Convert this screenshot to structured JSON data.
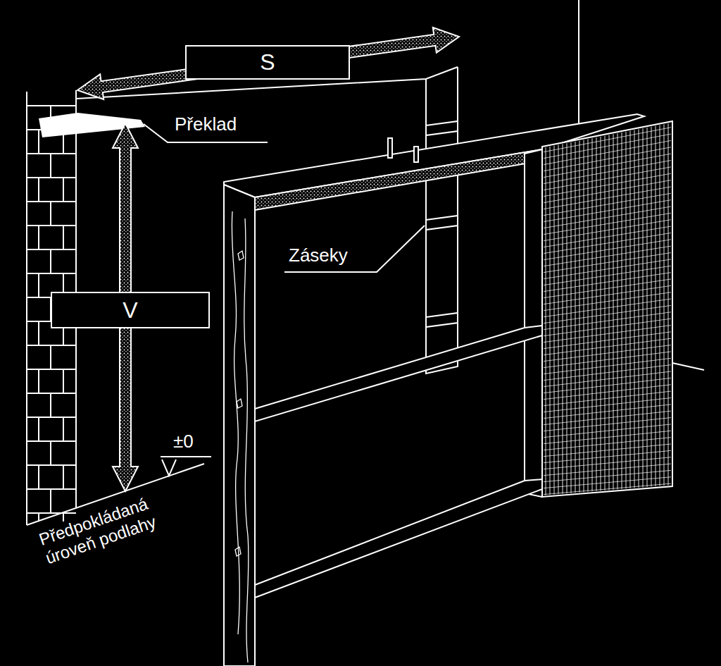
{
  "diagram": {
    "nodes": [
      {
        "text": [
          "S"
        ]
      },
      {
        "text": [
          "V"
        ]
      }
    ],
    "labels": [
      "Překlad",
      "Záseky",
      "±0",
      "Předpokládaná úroveň podlahy"
    ]
  }
}
